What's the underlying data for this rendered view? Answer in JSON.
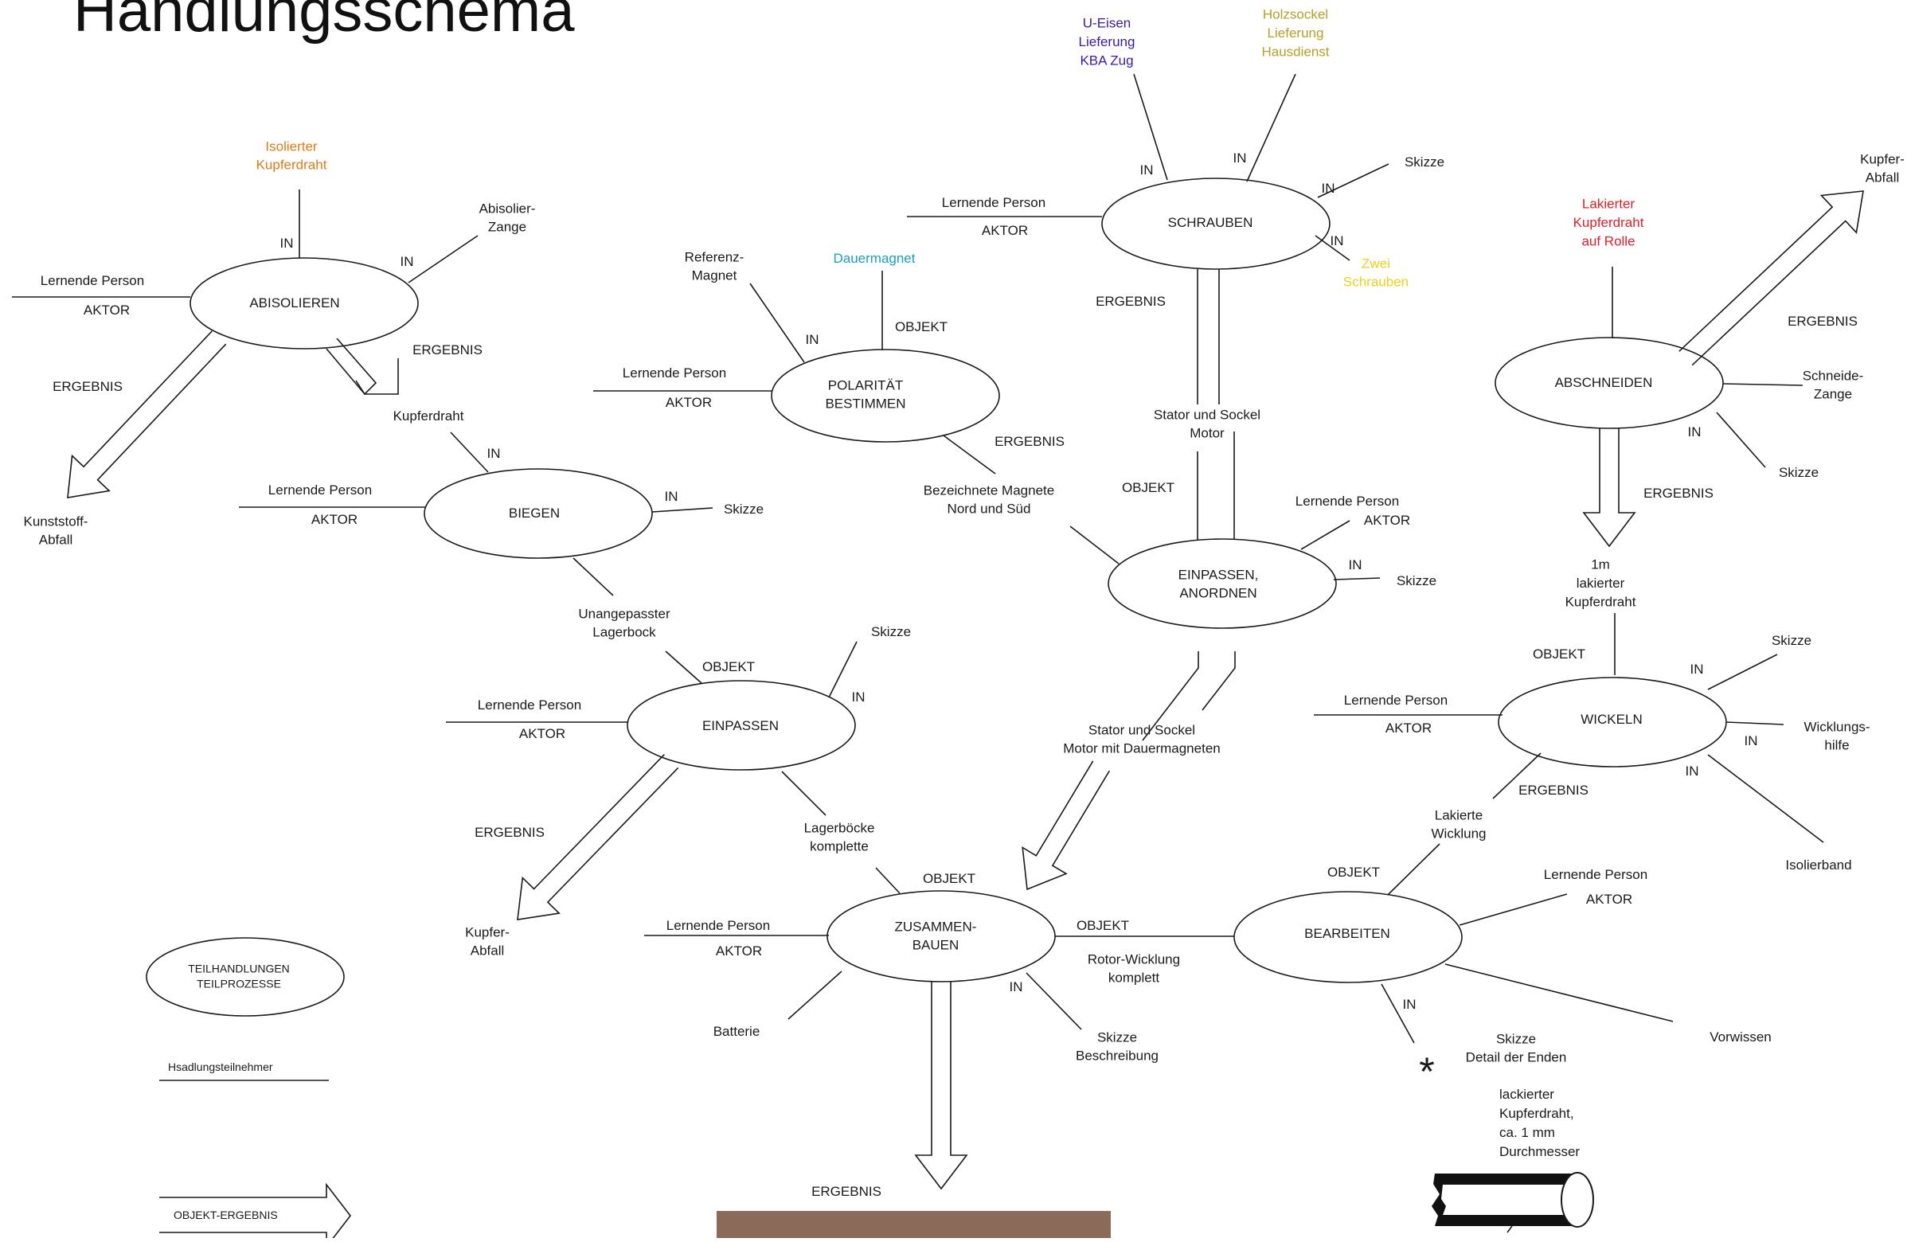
{
  "title": "Handlungsschema",
  "colors": {
    "line": "#1a1a1a",
    "orange": "#e07a1a",
    "purple": "#3a1aa8",
    "olive": "#b3a12a",
    "cyan": "#1a9ec4",
    "red": "#e0202a",
    "yellow": "#e8d21a",
    "photo": "#8c6a5a"
  },
  "processes": {
    "abisolieren": "ABISOLIEREN",
    "biegen": "BIEGEN",
    "polaritaet": [
      "POLARITÄT",
      "BESTIMMEN"
    ],
    "schrauben": "SCHRAUBEN",
    "einpassen_anordnen": [
      "EINPASSEN,",
      "ANORDNEN"
    ],
    "einpassen": "EINPASSEN",
    "zusammenbauen": [
      "ZUSAMMEN-",
      "BAUEN"
    ],
    "bearbeiten": "BEARBEITEN",
    "abschneiden": "ABSCHNEIDEN",
    "wickeln": "WICKELN"
  },
  "labels": {
    "isolierter_kupferdraht": [
      "Isolierter",
      "Kupferdraht"
    ],
    "abisolier_zange": [
      "Abisolier-",
      "Zange"
    ],
    "lernende_person": "Lernende Person",
    "aktor": "AKTOR",
    "in": "IN",
    "ergebnis": "ERGEBNIS",
    "objekt": "OBJEKT",
    "kunststoff_abfall": [
      "Kunststoff-",
      "Abfall"
    ],
    "kupferdraht": "Kupferdraht",
    "skizze": "Skizze",
    "unangepasster_lagerbock": [
      "Unangepasster",
      "Lagerbock"
    ],
    "referenz_magnet": [
      "Referenz-",
      "Magnet"
    ],
    "dauermagnet": "Dauermagnet",
    "bezeichnete_magnete": [
      "Bezeichnete Magnete",
      "Nord und Süd"
    ],
    "u_eisen": [
      "U-Eisen",
      "Lieferung",
      "KBA Zug"
    ],
    "holzsockel": [
      "Holzsockel",
      "Lieferung",
      "Hausdienst"
    ],
    "zwei_schrauben": [
      "Zwei",
      "Schrauben"
    ],
    "stator_sockel_motor": [
      "Stator und Sockel",
      "Motor"
    ],
    "stator_sockel_dauermagneten": [
      "Stator und Sockel",
      "Motor mit Dauermagneten"
    ],
    "kupfer_abfall": [
      "Kupfer-",
      "Abfall"
    ],
    "lagerboecke_komplette": [
      "Lagerböcke",
      "komplette"
    ],
    "batterie": "Batterie",
    "skizze_beschreibung": [
      "Skizze",
      "Beschreibung"
    ],
    "rotor_wicklung": [
      "Rotor-Wicklung",
      "komplett"
    ],
    "lakierte_wicklung": [
      "Lakierte",
      "Wicklung"
    ],
    "skizze_detail": [
      "Skizze",
      "Detail der Enden"
    ],
    "vorwissen": "Vorwissen",
    "lakierter_kupferdraht_rolle": [
      "Lakierter",
      "Kupferdraht",
      "auf Rolle"
    ],
    "schneide_zange": [
      "Schneide-",
      "Zange"
    ],
    "lakierter_1m": [
      "1m",
      "lakierter",
      "Kupferdraht"
    ],
    "wicklungshilfe": [
      "Wicklungs-",
      "hilfe"
    ],
    "isolierband": "Isolierband",
    "lackierter_detail": [
      "lackierter",
      "Kupferdraht,",
      "ca. 1 mm",
      "Durchmesser"
    ],
    "asterisk": "*"
  },
  "legend": {
    "teilhandlungen": [
      "TEILHANDLUNGEN",
      "TEILPROZESSE"
    ],
    "teilnehmer": "Hsadlungsteilnehmer",
    "objekt_ergebnis": "OBJEKT-ERGEBNIS"
  }
}
